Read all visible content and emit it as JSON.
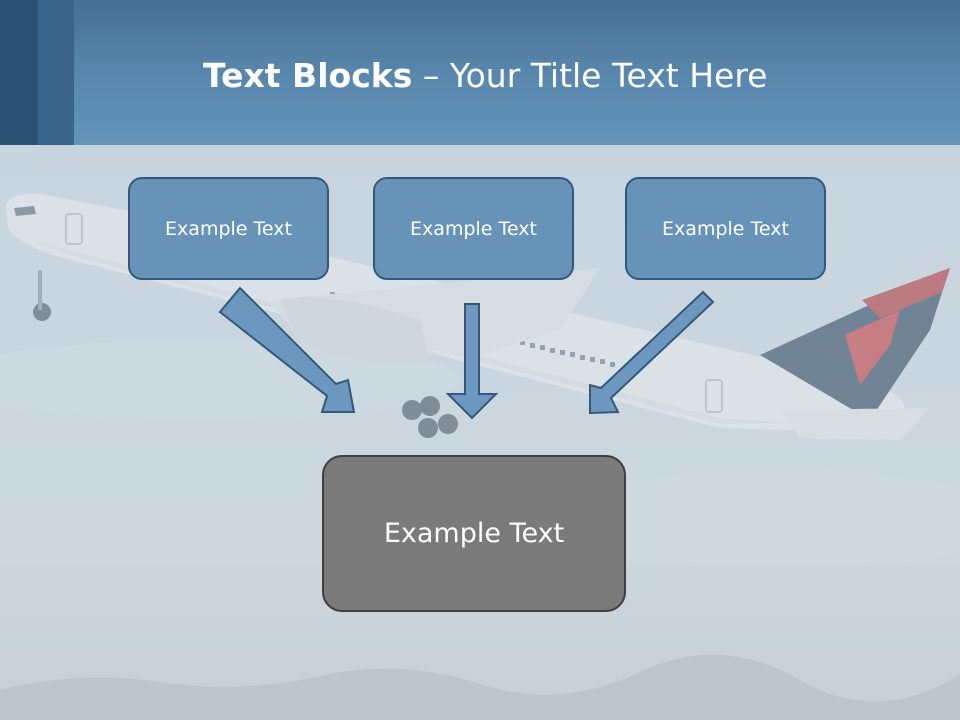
{
  "slide": {
    "title_bold": "Text Blocks",
    "title_rest": " – Your Title Text Here"
  },
  "blocks": [
    {
      "label": "Example Text"
    },
    {
      "label": "Example Text"
    },
    {
      "label": "Example Text"
    }
  ],
  "result_block": {
    "label": "Example Text"
  },
  "colors": {
    "header": "#5a88ae",
    "block_fill": "#6893b9",
    "block_border": "#35587a",
    "result_fill": "#7a7a7a",
    "arrow_fill": "#6c98bf"
  },
  "background_image": "airplane-taking-off"
}
